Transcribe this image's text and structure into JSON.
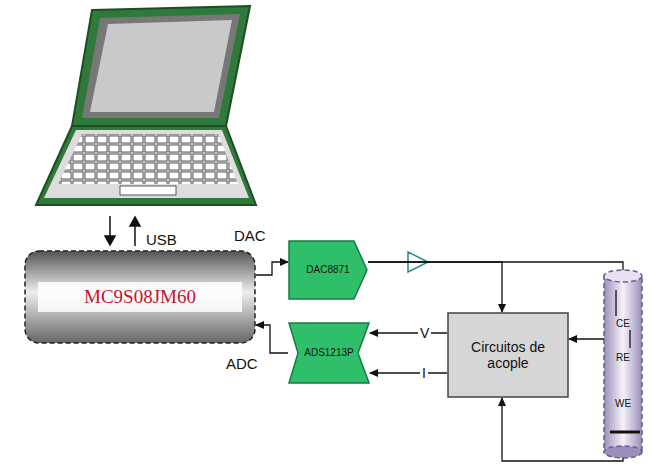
{
  "diagram": {
    "nodes": [
      {
        "text": [
          "MC9S08JM60"
        ]
      },
      {
        "text": [
          "DAC8871"
        ]
      },
      {
        "text": [
          "ADS1213P"
        ]
      },
      {
        "text": [
          "Circuitos de acople"
        ]
      },
      {
        "text": [
          "CE",
          "RE",
          "WE"
        ]
      }
    ],
    "edges": [
      {
        "from": 0,
        "to": 1,
        "arrow": "to"
      },
      {
        "from": 2,
        "to": 0,
        "arrow": "to"
      },
      {
        "from": 3,
        "to": 2,
        "label": "V",
        "arrow": "to"
      },
      {
        "from": 3,
        "to": 2,
        "label": "I",
        "arrow": "to"
      },
      {
        "from": 1,
        "to": 4,
        "arrow": "none"
      },
      {
        "from": 1,
        "to": 3,
        "arrow": "to"
      },
      {
        "from": 4,
        "to": 3,
        "arrow": "to"
      },
      {
        "from": 4,
        "to": 3,
        "arrow": "to"
      }
    ],
    "labels": [
      "USB",
      "DAC",
      "ADC"
    ]
  }
}
